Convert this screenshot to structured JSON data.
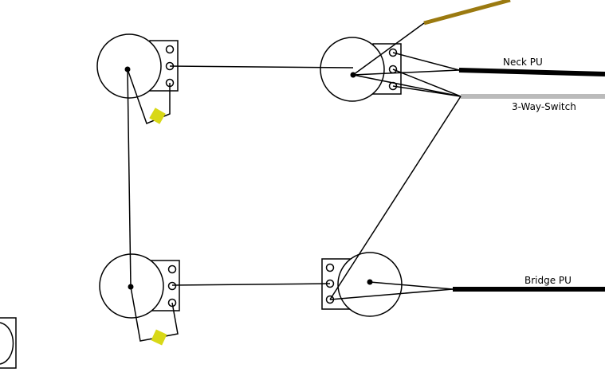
{
  "labels": {
    "neck": "Neck PU",
    "switch": "3-Way-Switch",
    "bridge": "Bridge PU"
  },
  "colors": {
    "line": "#000000",
    "background": "#ffffff",
    "capacitor": "#d8d817",
    "switch_lead": "#bbbbbb",
    "output_lead": "#9b7a10",
    "pickup_lead": "#000000"
  }
}
